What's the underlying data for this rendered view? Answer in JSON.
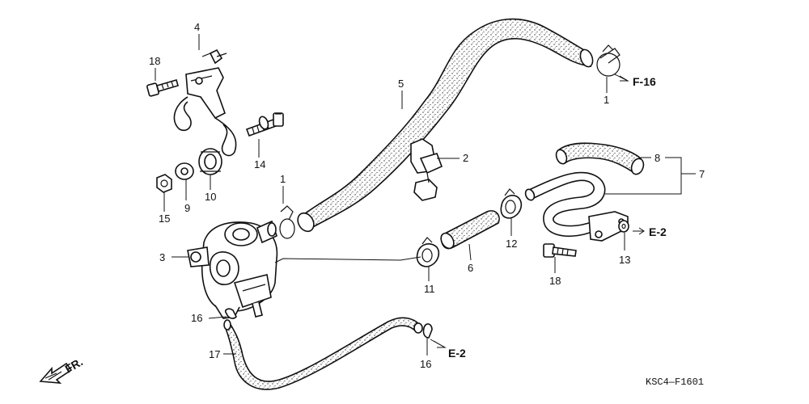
{
  "labels": {
    "p1a": "1",
    "p1b": "1",
    "p2": "2",
    "p3": "3",
    "p4": "4",
    "p5": "5",
    "p6": "6",
    "p7": "7",
    "p8": "8",
    "p9": "9",
    "p10": "10",
    "p11": "11",
    "p12": "12",
    "p13": "13",
    "p14": "14",
    "p15": "15",
    "p16a": "16",
    "p16b": "16",
    "p17": "17",
    "p18a": "18",
    "p18b": "18"
  },
  "refs": {
    "f16": "F-16",
    "e2a": "E-2",
    "e2b": "E-2"
  },
  "front_label": "FR.",
  "diagram_code": "KSC4—F1601"
}
